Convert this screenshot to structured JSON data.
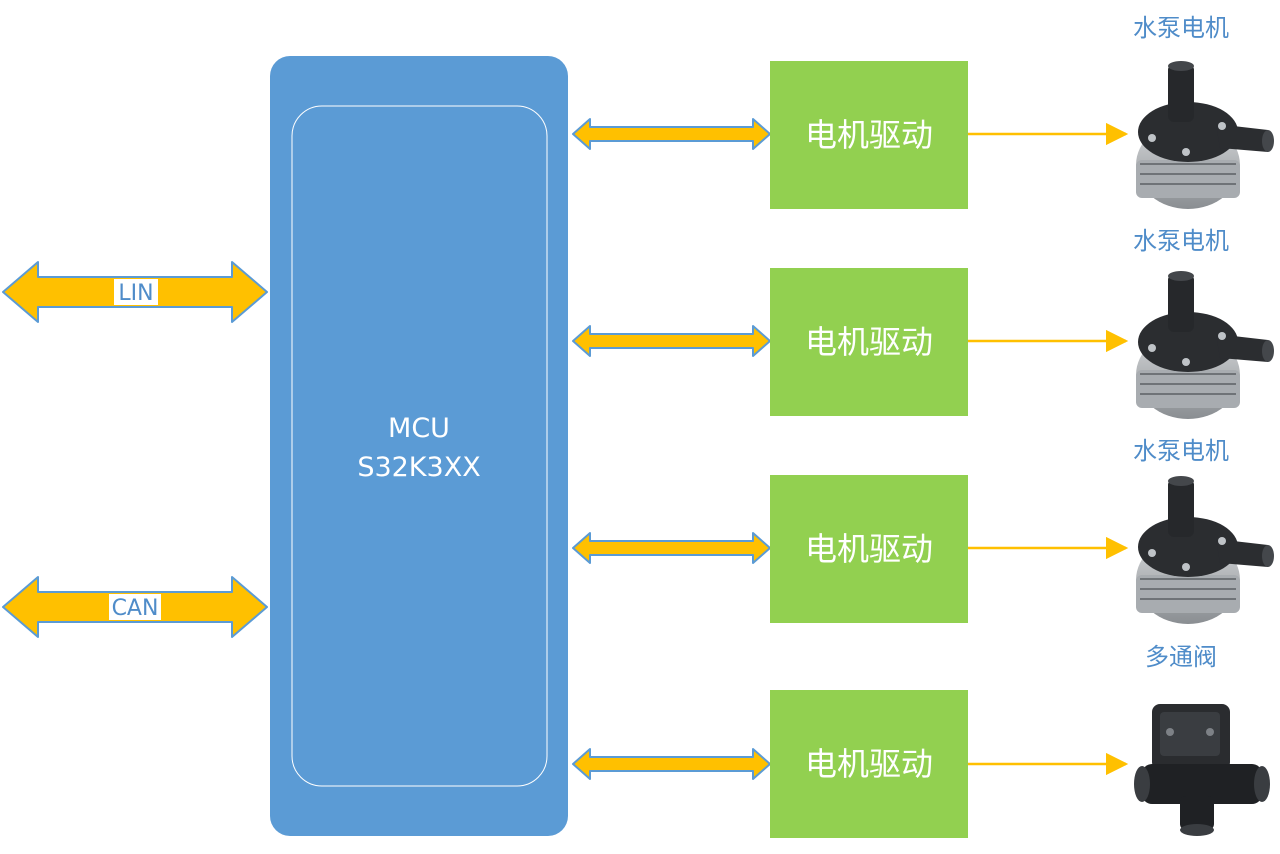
{
  "mcu": {
    "line1": "MCU",
    "line2": "S32K3XX"
  },
  "buses": [
    {
      "label": "LIN"
    },
    {
      "label": "CAN"
    }
  ],
  "drivers": [
    {
      "label": "电机驱动"
    },
    {
      "label": "电机驱动"
    },
    {
      "label": "电机驱动"
    },
    {
      "label": "电机驱动"
    }
  ],
  "devices": [
    {
      "label": "水泵电机",
      "kind": "water-pump"
    },
    {
      "label": "水泵电机",
      "kind": "water-pump"
    },
    {
      "label": "水泵电机",
      "kind": "water-pump"
    },
    {
      "label": "多通阀",
      "kind": "multi-way-valve"
    }
  ],
  "colors": {
    "mcu_fill": "#5b9bd5",
    "driver_fill": "#92d050",
    "arrow_fill": "#ffc000",
    "arrow_stroke": "#5b9bd5",
    "label_text": "#4f8cc9"
  }
}
